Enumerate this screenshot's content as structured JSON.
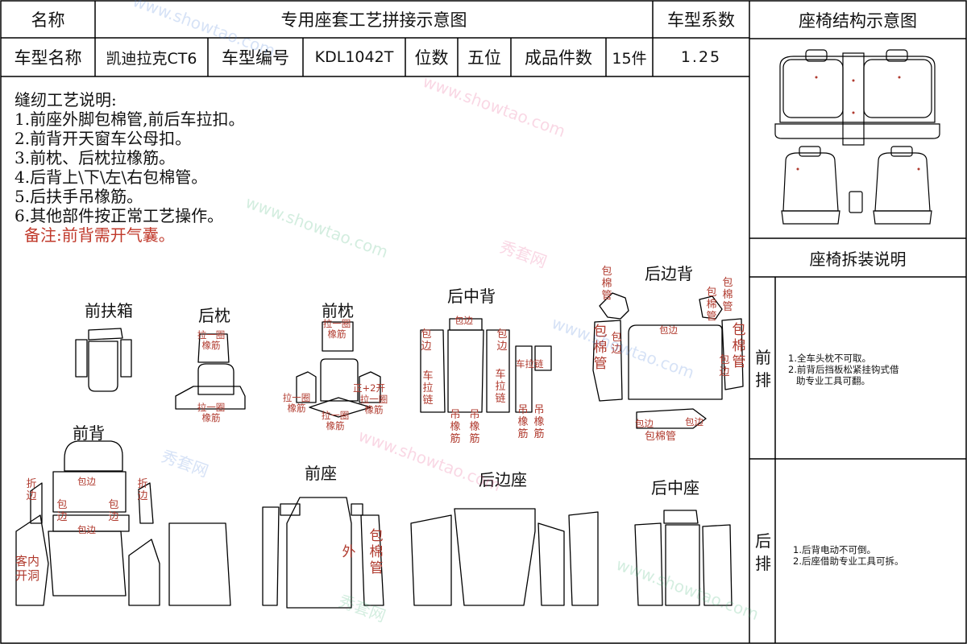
{
  "header": {
    "name_label": "名称",
    "doc_title": "专用座套工艺拼接示意图",
    "coef_label": "车型系数",
    "struct_title": "座椅结构示意图"
  },
  "info": {
    "model_name_label": "车型名称",
    "model_name": "凯迪拉克CT6",
    "model_code_label": "车型编号",
    "model_code": "KDL1042T",
    "seats_label": "位数",
    "seats": "五位",
    "pieces_label": "成品件数",
    "pieces": "15件",
    "coef": "1.25"
  },
  "notes": {
    "title": "缝纫工艺说明:",
    "lines": [
      "1.前座外脚包棉管,前后车拉扣。",
      "2.前背开天窗车公母扣。",
      "3.前枕、后枕拉橡筋。",
      "4.后背上\\下\\左\\右包棉管。",
      "5.后扶手吊橡筋。",
      "6.其他部件按正常工艺操作。"
    ],
    "remark": "备注:前背需开气囊。"
  },
  "parts": {
    "front_armrest": "前扶箱",
    "rear_headrest": "后枕",
    "front_headrest": "前枕",
    "rear_middle_back": "后中背",
    "rear_side_back": "后边背",
    "front_back": "前背",
    "front_seat": "前座",
    "rear_side_seat": "后边座",
    "rear_middle_seat": "后中座"
  },
  "annotations": {
    "pull_band": "拉一圈橡筋",
    "front_2_open": "正+2开",
    "wrap_edge": "包边",
    "car_zipper": "车拉链",
    "hang_band": "吊橡筋",
    "wrap_pipe": "包棉管",
    "fold_edge": "折边",
    "wrap": "包",
    "inner_hole": "客内开洞",
    "outer": "外",
    "top_wrap": "包边"
  },
  "assembly": {
    "title": "座椅拆装说明",
    "front_label": "前排",
    "front_lines": [
      "1.全车头枕不可取。",
      "2.前背后挡板松紧挂钩式借",
      "助专业工具可翻。"
    ],
    "rear_label": "后排",
    "rear_lines": [
      "1.后背电动不可倒。",
      "2.后座借助专业工具可拆。"
    ]
  },
  "watermarks": [
    "www.showtao.com",
    "秀套网"
  ]
}
